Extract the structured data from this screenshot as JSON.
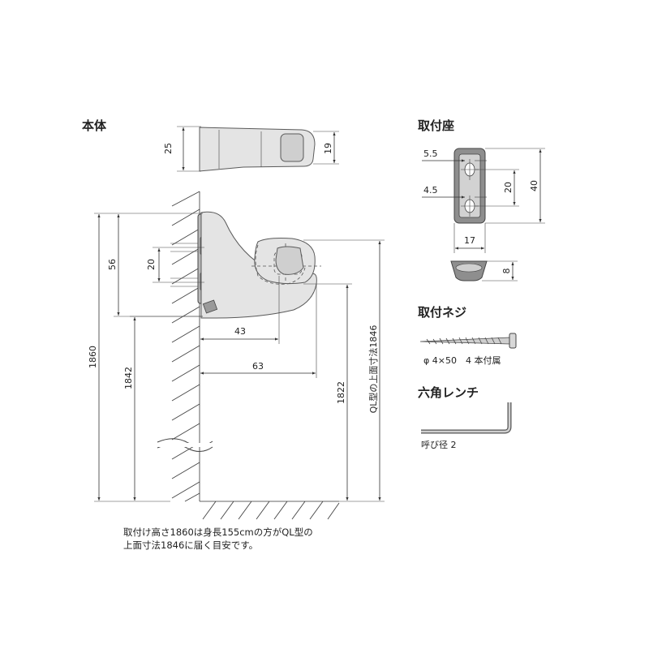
{
  "sections": {
    "body_title": "本体",
    "seat_title": "取付座",
    "screw_title": "取付ネジ",
    "wrench_title": "六角レンチ"
  },
  "body_dims": {
    "top_height": "25",
    "top_height_small": "19",
    "d56": "56",
    "d20": "20",
    "d43": "43",
    "d63": "63",
    "d1860": "1860",
    "d1842": "1842",
    "d1822": "1822",
    "ql_label": "QL型の上面寸法1846"
  },
  "seat_dims": {
    "d5_5": "5.5",
    "d4_5": "4.5",
    "d20": "20",
    "d40": "40",
    "d17": "17",
    "d8": "8"
  },
  "screw_spec": "φ 4×50　4 本付属",
  "wrench_spec": "呼び径 2",
  "note_line1": "取付け高さ1860は身長155cmの方がQL型の",
  "note_line2": "上面寸法1846に届く目安です。"
}
